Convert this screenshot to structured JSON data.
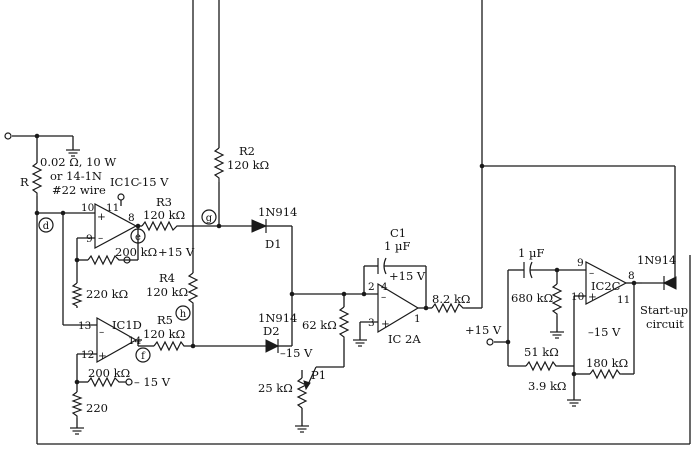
{
  "shunt": {
    "name": "R",
    "spec_line1": "0.02 Ω, 10 W",
    "spec_line2": "or 14-1N",
    "spec_line3": "#22 wire"
  },
  "resistors": {
    "r2_name": "R2",
    "r2_value": "120 kΩ",
    "r3_name": "R3",
    "r3_value": "120 kΩ",
    "r4_name": "R4",
    "r4_value": "120 kΩ",
    "r5_name": "R5",
    "r5_value": "120 kΩ",
    "fb_200_top": "200 kΩ",
    "fb_200_bottom": "200 kΩ",
    "r_220k": "220 kΩ",
    "r_220": "220",
    "r_62k": "62 kΩ",
    "r_82k": "8.2 kΩ",
    "r_680k": "680 kΩ",
    "r_51k": "51 kΩ",
    "r_180k": "180 kΩ",
    "r_39k": "3.9 kΩ"
  },
  "pot": {
    "name": "P1",
    "value": "25 kΩ"
  },
  "capacitors": {
    "c1_name": "C1",
    "c1_value": "1 µF",
    "c2_value": "1 µF"
  },
  "diodes": {
    "d1_type": "1N914",
    "d1_name": "D1",
    "d2_type": "1N914",
    "d2_name": "D2",
    "d3_type": "1N914"
  },
  "ics": {
    "ic1c": "IC1C",
    "ic1c_supply": "-15 V",
    "ic1d": "IC1D",
    "ic2a": "IC 2A",
    "ic2c": "IC2C"
  },
  "supplies": {
    "plus15_top": "+15 V",
    "minus15_bottom": "– 15 V",
    "minus15_d2": "–15 V",
    "plus15_c1": "+15 V",
    "plus15_left": "+15 V",
    "minus15_ic2c": "–15 V"
  },
  "nodes": {
    "d": "d",
    "e": "e",
    "f": "f",
    "g": "g",
    "h": "h"
  },
  "pins": {
    "ic1c_p10": "10",
    "ic1c_p11": "11",
    "ic1c_p8": "8",
    "ic1c_p9": "9",
    "ic1d_p13": "13",
    "ic1d_p12": "12",
    "ic1d_p14": "14",
    "ic2a_p4": "4",
    "ic2a_p2": "2",
    "ic2a_p3": "3",
    "ic2a_p1": "1",
    "ic2c_p9": "9",
    "ic2c_p10": "10",
    "ic2c_p8": "8",
    "ic2c_p11": "11"
  },
  "opamp_signs": {
    "plus": "+",
    "minus": "–"
  },
  "startup": {
    "line1": "Start-up",
    "line2": "circuit"
  }
}
